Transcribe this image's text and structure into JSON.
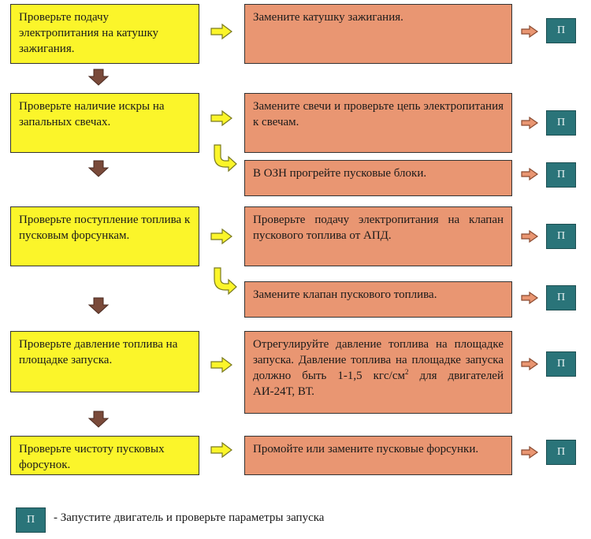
{
  "checks": [
    "Проверьте подачу электропитания на катушку зажигания.",
    "Проверьте наличие искры на запальных свечах.",
    "Проверьте поступление топлива к пусковым форсункам.",
    "Проверьте давление топлива на площадке запуска.",
    "Проверьте чистоту пусковых форсунок."
  ],
  "actions": [
    "Замените катушку зажигания.",
    "Замените свечи и проверьте цепь электропитания к свечам.",
    "В ОЗН прогрейте пусковые блоки.",
    "Проверьте подачу электропитания на клапан пускового топлива от АПД.",
    "Замените клапан пускового топлива.",
    "Отрегулируйте давление топлива на площадке запуска. Давление топлива на площадке запуска должно быть 1-1,5 кгс/см",
    "Промойте или замените пусковые форсунки."
  ],
  "action_superscript": "2",
  "action_suffix": " для двигателей АИ-24Т, ВТ.",
  "p_label": "П",
  "legend": {
    "symbol": "П",
    "text": "- Запустите двигатель и проверьте параметры запуска"
  },
  "colors": {
    "check_fill": "#fbf52a",
    "action_fill": "#e99672",
    "p_fill": "#2a7479",
    "down_arrow": "#7a4a3a"
  }
}
